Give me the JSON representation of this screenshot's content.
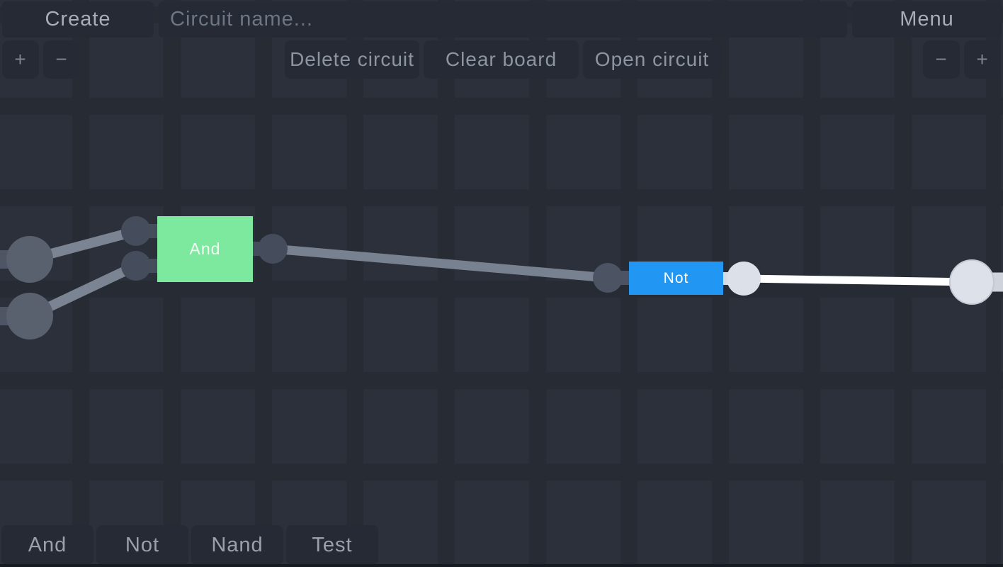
{
  "top_bar": {
    "create_label": "Create",
    "circuit_name_placeholder": "Circuit name...",
    "circuit_name_value": "",
    "menu_label": "Menu"
  },
  "actions": {
    "delete_circuit_label": "Delete circuit",
    "clear_board_label": "Clear board",
    "open_circuit_label": "Open circuit"
  },
  "zoom_controls": {
    "left_plus": "+",
    "left_minus": "−",
    "right_minus": "−",
    "right_plus": "+"
  },
  "palette": {
    "items": [
      {
        "label": "And"
      },
      {
        "label": "Not"
      },
      {
        "label": "Nand"
      },
      {
        "label": "Test"
      }
    ]
  },
  "board": {
    "gates": [
      {
        "label": "And",
        "type": "and-gate",
        "color": "#7de99e"
      },
      {
        "label": "Not",
        "type": "not-gate",
        "color": "#2196f3"
      }
    ],
    "colors": {
      "background": "#272b34",
      "grid_tile": "#2b303a",
      "wire_inactive": "#78818f",
      "wire_active": "#ffffff",
      "node_dark": "#454d5c",
      "node_io_large": "#59616f",
      "node_output_light": "#dde2ea",
      "gate_and": "#7de99e",
      "gate_not": "#2196f3"
    }
  }
}
